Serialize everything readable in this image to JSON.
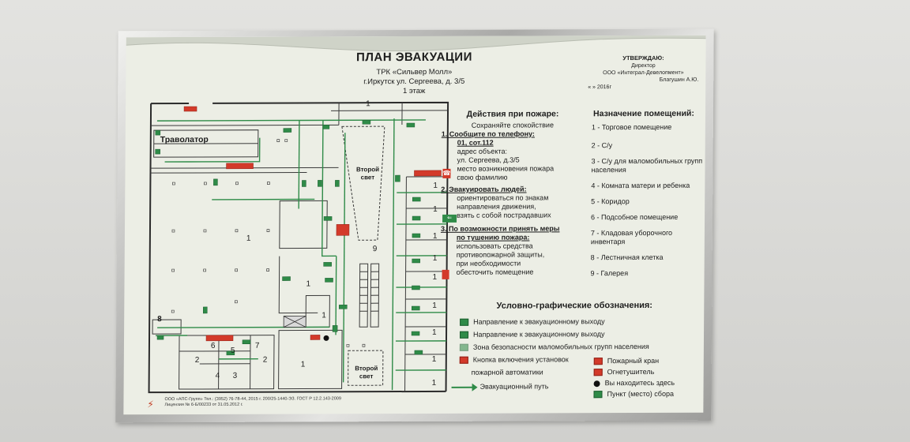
{
  "title": "ПЛАН ЭВАКУАЦИИ",
  "subtitle": {
    "line1": "ТРК «Сильвер Молл»",
    "line2": "г.Иркутск ул. Сергеева, д. 3/5",
    "line3": "1 этаж"
  },
  "approval": {
    "heading": "УТВЕРЖДАЮ:",
    "role": "Директор",
    "org": "ООО «Интеграл-Девелопмент»",
    "name": "Благушин А.Ю.",
    "date": "«    »                        2016г"
  },
  "plan": {
    "travolator": "Траволатор",
    "second_light": "Второй свет",
    "labels": {
      "r1_top": "1",
      "r1_center": "1",
      "r1_mid": "1",
      "r1_small": "1",
      "r1_bottom": "1",
      "r9": "9",
      "r8": "8",
      "r6": "6",
      "r5": "5",
      "r7": "7",
      "r2a": "2",
      "r2b": "2",
      "r4": "4",
      "r3": "3",
      "r1_right1": "1",
      "r1_right2": "1",
      "r1_right3": "1",
      "r1_right4": "1",
      "r1_right5": "1",
      "r1_right6": "1",
      "r1_right7": "1",
      "r1_right8": "1",
      "r1_right9": "1"
    }
  },
  "actions": {
    "heading": "Действия при пожаре:",
    "keep_calm": "Сохраняйте спокойствие",
    "step1": "1. Сообщите по телефону:",
    "phone": "01, сот.112",
    "step1_details": [
      "адрес объекта:",
      "ул. Сергеева, д.3/5",
      "место возникновения пожара",
      "свою фамилию"
    ],
    "step2": "2. Эвакуировать людей:",
    "step2_details": [
      "ориентироваться по знакам",
      "направления движения,",
      "взять с собой пострадавших"
    ],
    "step3a": "3. По возможности принять меры",
    "step3b": "по тушению пожара:",
    "step3_details": [
      "использовать средства",
      "противопожарной защиты,",
      "при необходимости",
      "обесточить помещение"
    ]
  },
  "rooms": {
    "heading": "Назначение помещений:",
    "items": [
      "1 - Торговое помещение",
      "2 - С/у",
      "3 - С/у для маломобильных групп населения",
      "4 - Комната матери и ребенка",
      "5 - Коридор",
      "6 - Подсобное помещение",
      "7 - Кладовая уборочного инвентаря",
      "8 - Лестничная клетка",
      "9 - Галерея"
    ]
  },
  "legend": {
    "heading": "Условно-графические обозначения:",
    "items": [
      "Направление к эвакуационному выходу",
      "Направление к эвакуационному выходу",
      "Зона безопасности маломобильных групп населения",
      "Кнопка включения установок",
      "пожарной автоматики",
      "Эвакуационный путь",
      "Пожарный кран",
      "Огнетушитель",
      "Вы находитесь здесь",
      "Пункт (место) сбора"
    ]
  },
  "footer": {
    "line1": "ООО «АПС-Групп» Тел.: (3952) 76-78-44, 2015 г.   200/25-1440-ЭЗ. ГОСТ Р 12.2.143-2009",
    "line2": "Лицензия № 6-Б/00233 от 31.05.2012 г."
  },
  "colors": {
    "green": "#2f8b48",
    "red": "#d33a2a",
    "wall": "#dcdcd9",
    "panel": "#eceee5"
  }
}
